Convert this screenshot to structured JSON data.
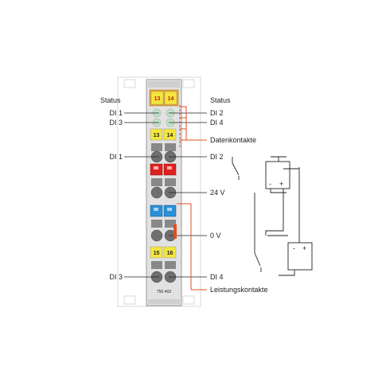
{
  "labels": {
    "status_left": "Status",
    "status_right": "Status",
    "di1_top": "DI 1",
    "di3_top": "DI 3",
    "di2_top": "DI 2",
    "di4_top": "DI 4",
    "datenkontakte": "Datenkontakte",
    "di1_mid": "DI 1",
    "di2_mid": "DI 2",
    "v24": "24 V",
    "v0": "0 V",
    "di3_bottom": "DI 3",
    "di4_bottom": "DI 4",
    "leistungskontakte": "Leistungskontakte"
  },
  "terminals": {
    "t13a": "13",
    "t14a": "14",
    "t13b": "13",
    "t14b": "14",
    "t15": "15",
    "t16": "16"
  },
  "battery": {
    "top_minus": "-",
    "top_plus": "+",
    "bottom_minus": "-",
    "bottom_plus": "+"
  },
  "part_number": "750-402",
  "colors": {
    "yellow_terminal": "#f5e63c",
    "red_terminal": "#e02020",
    "blue_terminal": "#2a8fd6",
    "orange_header": "#e8a030",
    "led_green": "#bfe3c4",
    "power_contact": "#e05020"
  }
}
